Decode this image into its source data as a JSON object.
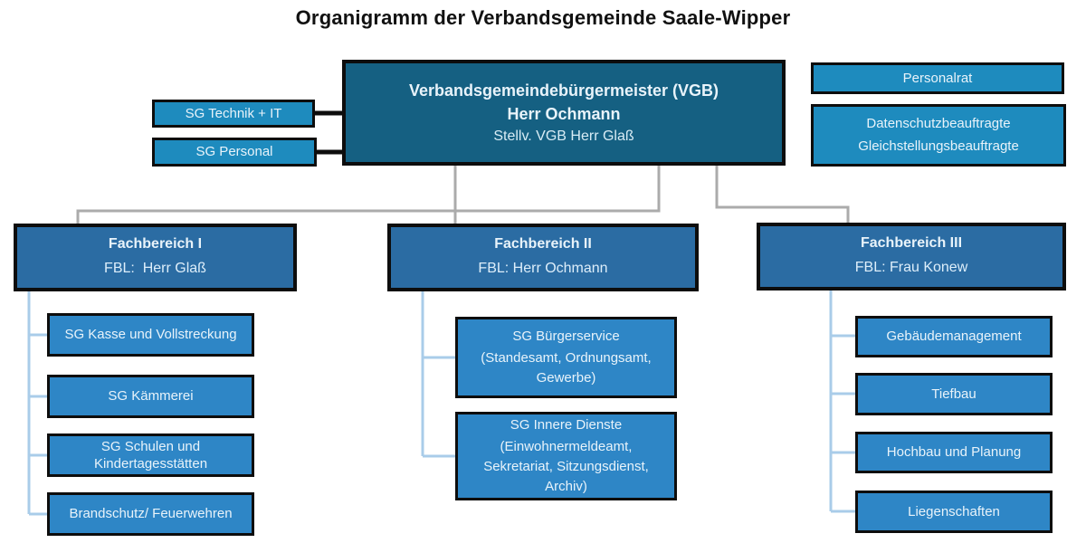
{
  "title": "Organigramm der Verbandsgemeinde Saale-Wipper",
  "colors": {
    "head_box": "#156082",
    "staff_box": "#1e8bbe",
    "fachbereich_box": "#2b6ca3",
    "unit_box": "#2e86c6",
    "border": "#0d0d0d",
    "connector_gray": "#ababab",
    "connector_lightblue": "#a9cce9",
    "text": "#e8f3fa"
  },
  "head": {
    "line1": "Verbandsgemeindebürgermeister (VGB)",
    "line2": "Herr Ochmann",
    "line3": "Stellv. VGB Herr Glaß"
  },
  "staff_left": [
    {
      "label": "SG Technik + IT"
    },
    {
      "label": "SG Personal"
    }
  ],
  "staff_right": [
    {
      "label": "Personalrat"
    },
    {
      "line1": "Datenschutzbeauftragte",
      "line2": "Gleichstellungsbeauftragte"
    }
  ],
  "fachbereiche": [
    {
      "title": "Fachbereich I",
      "leader": "FBL:  Herr Glaß",
      "units": [
        {
          "name": "SG Kasse und Vollstreckung",
          "detail": ""
        },
        {
          "name": "SG Kämmerei",
          "detail": ""
        },
        {
          "name": "SG Schulen und Kindertagesstätten",
          "detail": ""
        },
        {
          "name": "Brandschutz/ Feuerwehren",
          "detail": ""
        }
      ]
    },
    {
      "title": "Fachbereich II",
      "leader": "FBL: Herr Ochmann",
      "units": [
        {
          "name": "SG Bürgerservice",
          "detail": "(Standesamt, Ordnungsamt, Gewerbe)"
        },
        {
          "name": "SG Innere Dienste",
          "detail": "(Einwohnermeldeamt, Sekretariat, Sitzungsdienst, Archiv)"
        }
      ]
    },
    {
      "title": "Fachbereich III",
      "leader": "FBL: Frau Konew",
      "units": [
        {
          "name": "Gebäudemanagement",
          "detail": ""
        },
        {
          "name": "Tiefbau",
          "detail": ""
        },
        {
          "name": "Hochbau und Planung",
          "detail": ""
        },
        {
          "name": "Liegenschaften",
          "detail": ""
        }
      ]
    }
  ]
}
